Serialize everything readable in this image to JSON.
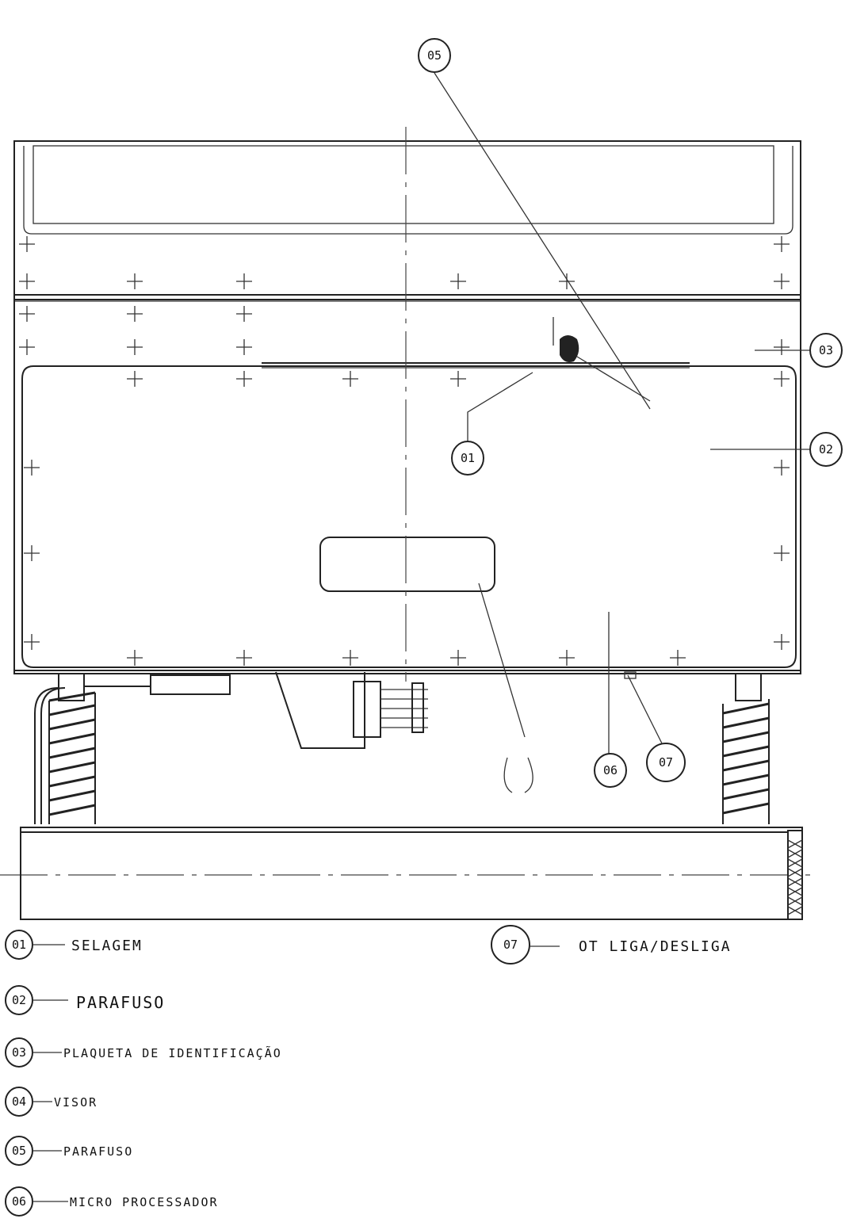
{
  "diagram": {
    "callouts": [
      {
        "id": "01",
        "label": "SELAGEM"
      },
      {
        "id": "02",
        "label": "PARAFUSO"
      },
      {
        "id": "03",
        "label": "PLAQUETA DE IDENTIFICAÇÃO"
      },
      {
        "id": "04",
        "label": "VISOR"
      },
      {
        "id": "05",
        "label": "PARAFUSO"
      },
      {
        "id": "06",
        "label": "MICRO PROCESSADOR"
      },
      {
        "id": "07",
        "label": "OT LIGA/DESLIGA"
      }
    ],
    "bubbles_on_drawing": [
      "05",
      "03",
      "01",
      "02",
      "06",
      "07"
    ]
  }
}
